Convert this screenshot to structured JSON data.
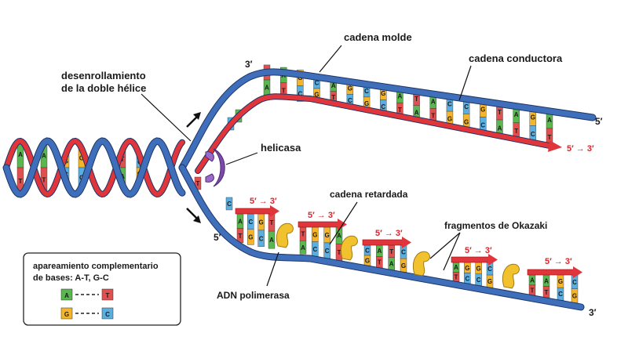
{
  "labels": {
    "template_strand": "cadena molde",
    "leading_strand": "cadena conductora",
    "unwinding_line1": "desenrollamiento",
    "unwinding_line2": "de la doble hélice",
    "helicase": "helicasa",
    "lagging_strand": "cadena retardada",
    "okazaki": "fragmentos de Okazaki",
    "polymerase": "ADN polimerasa",
    "three_prime": "3′",
    "five_prime": "5′",
    "direction": "5′ → 3′"
  },
  "legend": {
    "title_line1": "apareamiento complementario",
    "title_line2": "de bases: A-T, G-C",
    "pairs": [
      {
        "left": "A",
        "left_color": "#5ab64e",
        "right": "T",
        "right_color": "#e0504f"
      },
      {
        "left": "G",
        "left_color": "#f4b52a",
        "right": "C",
        "right_color": "#5aaee0"
      }
    ]
  },
  "colors": {
    "blue_strand": "#3f6fba",
    "blue_dark": "#1f3f7a",
    "red_strand": "#e0353a",
    "A": "#5ab64e",
    "T": "#e0504f",
    "G": "#f4b52a",
    "C": "#5aaee0",
    "helicase": "#7a4aa8",
    "polymerase": "#f2c12e"
  },
  "leading_pairs": [
    [
      "T",
      "A"
    ],
    [
      "A",
      "T"
    ],
    [
      "G",
      "C"
    ],
    [
      "C",
      "G"
    ],
    [
      "A",
      "T"
    ],
    [
      "G",
      "C"
    ],
    [
      "C",
      "G"
    ],
    [
      "G",
      "C"
    ],
    [
      "A",
      "T"
    ],
    [
      "T",
      "A"
    ],
    [
      "A",
      "T"
    ],
    [
      "C",
      "G"
    ],
    [
      "C",
      "G"
    ],
    [
      "G",
      "C"
    ],
    [
      "T",
      "A"
    ],
    [
      "A",
      "T"
    ],
    [
      "G",
      "C"
    ],
    [
      "A",
      "T"
    ]
  ],
  "helix_pairs": [
    [
      "A",
      "T"
    ],
    [
      "A",
      "T"
    ],
    [
      "G",
      "C"
    ],
    [
      "G",
      "C"
    ],
    [
      "T",
      "A"
    ],
    [
      "C",
      "G"
    ]
  ],
  "lagging_pairs": [
    [
      "A",
      "T"
    ],
    [
      "C",
      "G"
    ],
    [
      "G",
      "C"
    ],
    [
      "T",
      "A"
    ],
    [
      "T",
      "A"
    ],
    [
      "G",
      "C"
    ],
    [
      "G",
      "C"
    ],
    [
      "A",
      "T"
    ],
    [
      "C",
      "G"
    ],
    [
      "A",
      "T"
    ],
    [
      "T",
      "A"
    ],
    [
      "C",
      "G"
    ],
    [
      "A",
      "T"
    ],
    [
      "G",
      "C"
    ],
    [
      "G",
      "C"
    ],
    [
      "C",
      "G"
    ],
    [
      "A",
      "T"
    ],
    [
      "A",
      "T"
    ],
    [
      "G",
      "C"
    ],
    [
      "C",
      "G"
    ]
  ]
}
